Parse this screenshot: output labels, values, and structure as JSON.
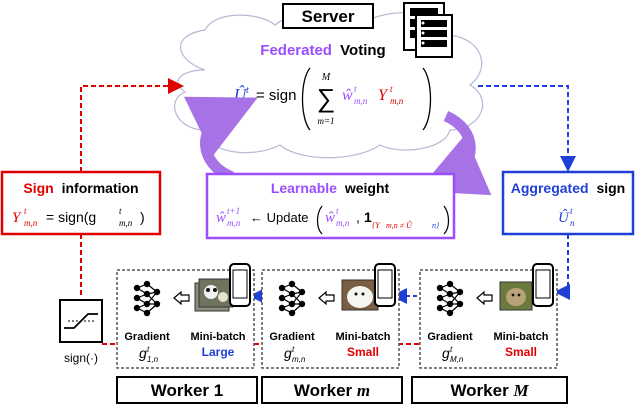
{
  "server": {
    "title": "Server"
  },
  "voting": {
    "title_word1": "Federated",
    "title_word2": "Voting",
    "lhs": "Û",
    "lhs_sub": "n",
    "lhs_sup": "t",
    "eq": "= sign",
    "sum_top": "M",
    "sum_bottom": "m=1",
    "w": "ŵ",
    "w_sub": "m,n",
    "w_sup": "t",
    "y": "Y",
    "y_sub": "m,n",
    "y_sup": "t"
  },
  "sign_info": {
    "title_word1": "Sign",
    "title_word2": "information",
    "y": "Y",
    "y_sub": "m,n",
    "y_sup": "t",
    "rhs": "= sign(g",
    "g_sub": "m,n",
    "g_sup": "t",
    "close": ")"
  },
  "learnable": {
    "title_word1": "Learnable",
    "title_word2": "weight",
    "w": "ŵ",
    "w_sub": "m,n",
    "w_sup": "t+1",
    "arrow": "← Update",
    "arg_w": "ŵ",
    "arg_w_sub": "m,n",
    "arg_w_sup": "t",
    "comma": ",",
    "indicator": "1",
    "indicator_sub": "{Y",
    "indicator_cond": "m,n ≠ Û",
    "indicator_end": "n}"
  },
  "aggregated": {
    "title_word1": "Aggregated",
    "title_word2": "sign",
    "u": "Û",
    "u_sub": "n",
    "u_sup": "t"
  },
  "sign_func": {
    "label": "sign(·)"
  },
  "workers": [
    {
      "gradient_label": "Gradient",
      "g": "g",
      "g_sub": "1,n",
      "g_sup": "t",
      "batch_label": "Mini-batch",
      "batch_size": "Large",
      "size_color": "#1f3fd6",
      "name": "Worker 1"
    },
    {
      "gradient_label": "Gradient",
      "g": "g",
      "g_sub": "m,n",
      "g_sup": "t",
      "batch_label": "Mini-batch",
      "batch_size": "Small",
      "size_color": "#e00000",
      "name": "Worker m"
    },
    {
      "gradient_label": "Gradient",
      "g": "g",
      "g_sub": "M,n",
      "g_sup": "t",
      "batch_label": "Mini-batch",
      "batch_size": "Small",
      "size_color": "#e00000",
      "name": "Worker M"
    }
  ],
  "colors": {
    "purple": "#9b4dff",
    "purple_arrow": "#a772e6",
    "red": "#e00000",
    "blue": "#1f3fd6",
    "black": "#000000"
  }
}
